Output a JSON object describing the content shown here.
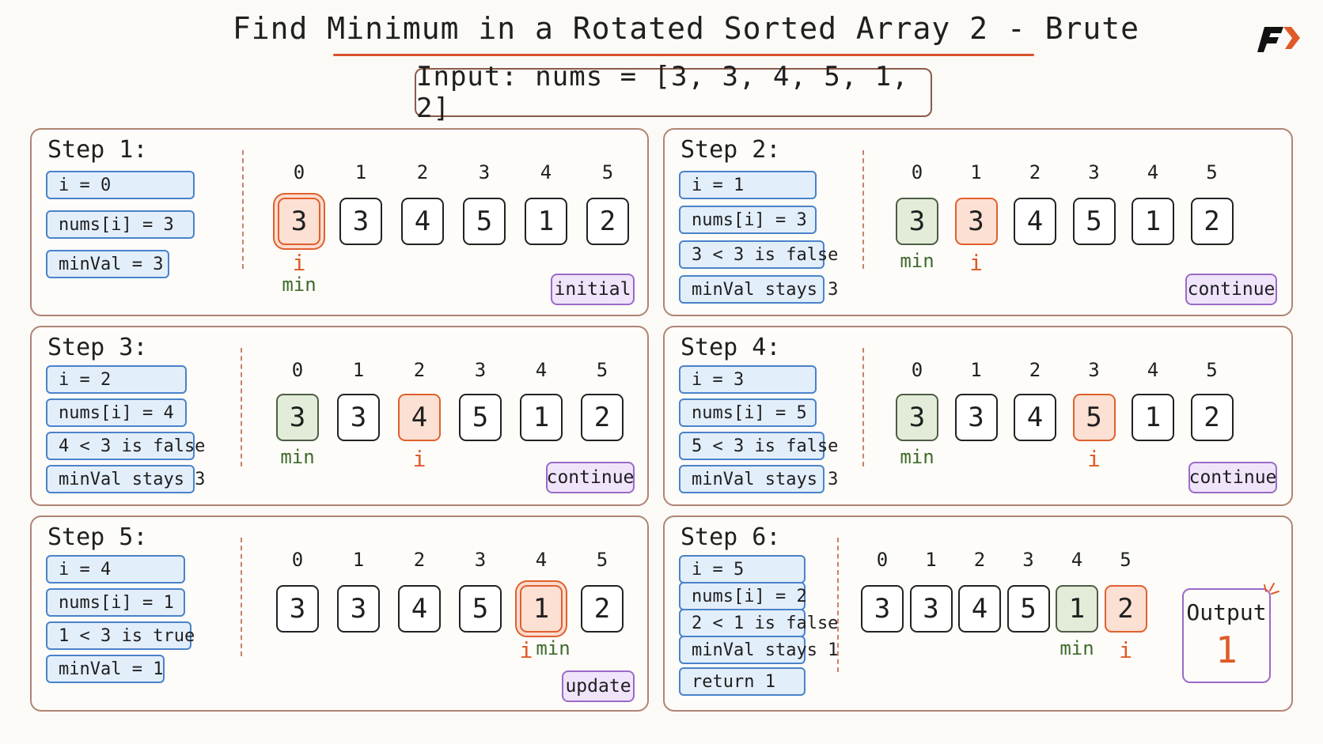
{
  "title": "Find Minimum in a Rotated Sorted Array 2 - Brute",
  "input_text": "Input: nums = [3, 3, 4, 5, 1, 2]",
  "indices": [
    "0",
    "1",
    "2",
    "3",
    "4",
    "5"
  ],
  "min_label": "min",
  "i_label": "i",
  "steps": [
    {
      "title": "Step 1:",
      "vars": [
        "i = 0",
        "nums[i] = 3",
        "minVal = 3"
      ],
      "values": [
        "3",
        "3",
        "4",
        "5",
        "1",
        "2"
      ],
      "min_index": 0,
      "i_index": 0,
      "tag": "initial"
    },
    {
      "title": "Step 2:",
      "vars": [
        "i = 1",
        "nums[i] = 3",
        "3 < 3 is false",
        "minVal stays 3"
      ],
      "values": [
        "3",
        "3",
        "4",
        "5",
        "1",
        "2"
      ],
      "min_index": 0,
      "i_index": 1,
      "tag": "continue"
    },
    {
      "title": "Step 3:",
      "vars": [
        "i = 2",
        "nums[i] = 4",
        "4 < 3 is false",
        "minVal stays 3"
      ],
      "values": [
        "3",
        "3",
        "4",
        "5",
        "1",
        "2"
      ],
      "min_index": 0,
      "i_index": 2,
      "tag": "continue"
    },
    {
      "title": "Step 4:",
      "vars": [
        "i = 3",
        "nums[i] = 5",
        "5 < 3 is false",
        "minVal stays 3"
      ],
      "values": [
        "3",
        "3",
        "4",
        "5",
        "1",
        "2"
      ],
      "min_index": 0,
      "i_index": 3,
      "tag": "continue"
    },
    {
      "title": "Step 5:",
      "vars": [
        "i = 4",
        "nums[i] = 1",
        "1 < 3 is true",
        "minVal = 1"
      ],
      "values": [
        "3",
        "3",
        "4",
        "5",
        "1",
        "2"
      ],
      "min_index": 4,
      "i_index": 4,
      "tag": "update"
    },
    {
      "title": "Step 6:",
      "vars": [
        "i = 5",
        "nums[i] = 2",
        "2 < 1 is false",
        "minVal stays 1",
        "return 1"
      ],
      "values": [
        "3",
        "3",
        "4",
        "5",
        "1",
        "2"
      ],
      "min_index": 4,
      "i_index": 5,
      "tag": ""
    }
  ],
  "output": {
    "label": "Output",
    "value": "1"
  },
  "colors": {
    "accent_orange": "#df5a28",
    "min_green": "#3f6a2a",
    "var_blue": "#4a83c9",
    "tag_purple": "#9a6bc9"
  },
  "logo_icon": "brand-logo-icon"
}
